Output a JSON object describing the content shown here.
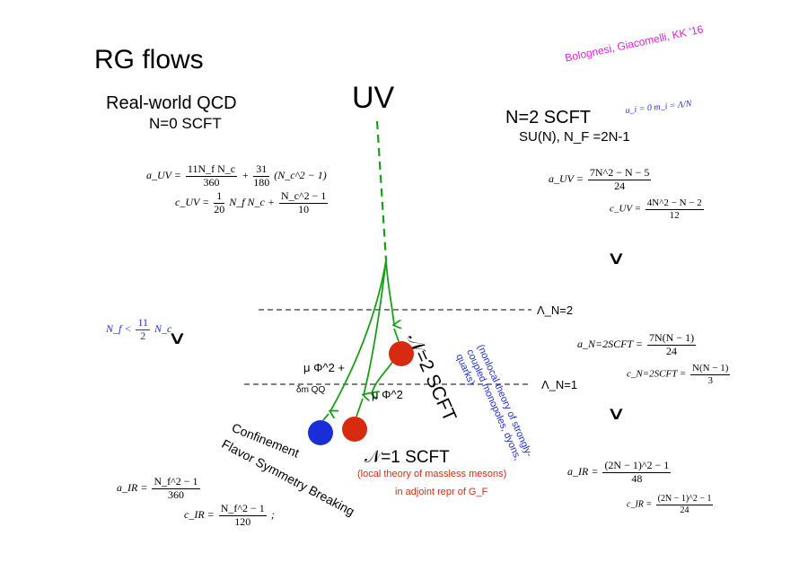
{
  "title": "RG flows",
  "credit": "Bolognesi, Giacomelli, KK '16",
  "uv_label": "UV",
  "left_panel": {
    "heading": "Real-world  QCD",
    "subheading": "N=0  SCFT",
    "a_uv": {
      "lhs": "a_UV =",
      "t1_num": "11N_f N_c",
      "t1_den": "360",
      "plus": "+",
      "t2_num": "31",
      "t2_den": "180",
      "tail": "(N_c^2 − 1)"
    },
    "c_uv": {
      "lhs": "c_UV =",
      "t1_num": "1",
      "t1_den": "20",
      "t1_tail": "N_f N_c +",
      "t2_num": "N_c^2 − 1",
      "t2_den": "10"
    },
    "condition": {
      "lhs": "N_f <",
      "num": "11",
      "den": "2",
      "tail": "N_c"
    },
    "chevron": "∨",
    "a_ir": {
      "lhs": "a_IR =",
      "num": "N_f^2 − 1",
      "den": "360"
    },
    "c_ir": {
      "lhs": "c_IR =",
      "num": "N_f^2 − 1",
      "den": "120",
      "tail": ";"
    }
  },
  "right_panel": {
    "heading": "N=2 SCFT",
    "subheading": "SU(N), N_F =2N-1",
    "vacuum": "u_i = 0     m_i = Λ/N",
    "a_uv": {
      "lhs": "a_UV =",
      "num": "7N^2 − N − 5",
      "den": "24"
    },
    "c_uv": {
      "lhs": "c_UV =",
      "num": "4N^2 − N − 2",
      "den": "12"
    },
    "chevron1": "∨",
    "a_n2": {
      "lhs": "a_N=2SCFT =",
      "num": "7N(N − 1)",
      "den": "24"
    },
    "c_n2": {
      "lhs": "c_N=2SCFT =",
      "num": "N(N − 1)",
      "den": "3"
    },
    "chevron2": "∨",
    "a_ir": {
      "lhs": "a_IR =",
      "num": "(2N − 1)^2 − 1",
      "den": "48"
    },
    "c_ir": {
      "lhs": "c_IR =",
      "num": "(2N − 1)^2 − 1",
      "den": "24"
    }
  },
  "scales": {
    "lambda_n2": "Λ_N=2",
    "lambda_n1": "Λ_N=1"
  },
  "flow_labels": {
    "mu_phi_plus": "μ Φ^2 +",
    "delta_m": "δm QQ",
    "mu_phi": "μ Φ^2",
    "n2_scft": "𝒩=2 SCFT",
    "n2_desc": "(nonlocal theory of strongly-coupled monopoles, dyons, quarks)",
    "n1_scft": "𝒩=1 SCFT",
    "n1_desc1": "(local theory of massless mesons)",
    "n1_desc2": "in adjoint repr of G_F",
    "confinement1": "Confinement",
    "confinement2": "Flavor Symmetry Breaking"
  },
  "colors": {
    "green": "#1a9e1a",
    "red_dot": "#d82a10",
    "blue_dot": "#1a2ed8",
    "blue_text": "#2030d0",
    "red_text": "#d82a10",
    "credit": "#e020d8"
  }
}
